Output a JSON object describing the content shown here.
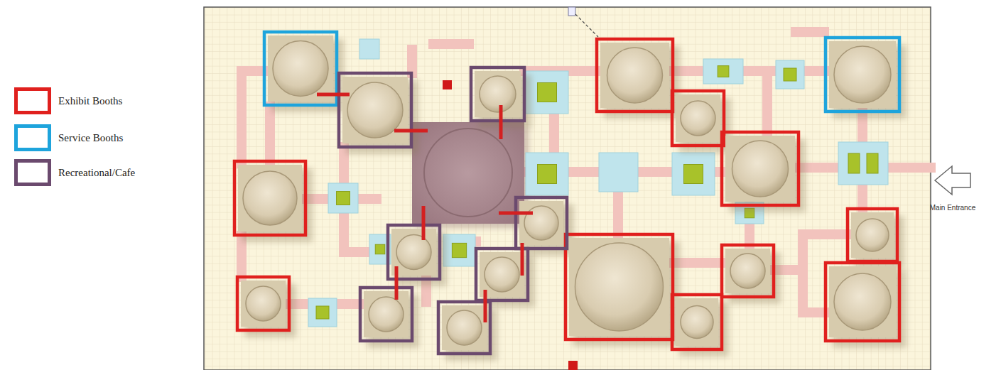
{
  "diagram": {
    "labels": [
      "Main Entrance"
    ],
    "legend": [
      {
        "text": "Exhibit Booths",
        "color": "#e0201e"
      },
      {
        "text": "Service Booths",
        "color": "#1ea4dc"
      },
      {
        "text": "Recreational/Cafe",
        "color": "#6b4a6e"
      }
    ]
  }
}
